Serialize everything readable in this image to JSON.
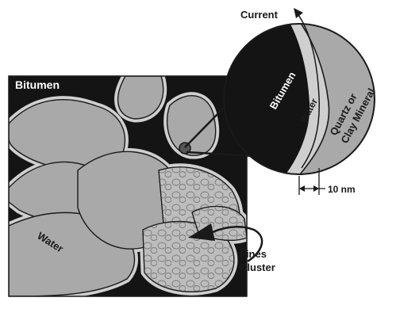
{
  "labels": {
    "bitumen_main": "Bitumen",
    "water_main": "Water",
    "current": "Current",
    "bitumen_zoom": "Bitumen",
    "water_zoom": "Water",
    "mineral_line1": "Quartz or",
    "mineral_line2": "Clay Mineral",
    "scale": "10 nm",
    "fines_line1": "Fines",
    "fines_line2": "Cluster"
  },
  "colors": {
    "bitumen": "#141414",
    "water": "#cfcfcf",
    "mineral": "#a9a9a9",
    "fines": "#bdbdbd",
    "outline": "#1a1a1a"
  }
}
